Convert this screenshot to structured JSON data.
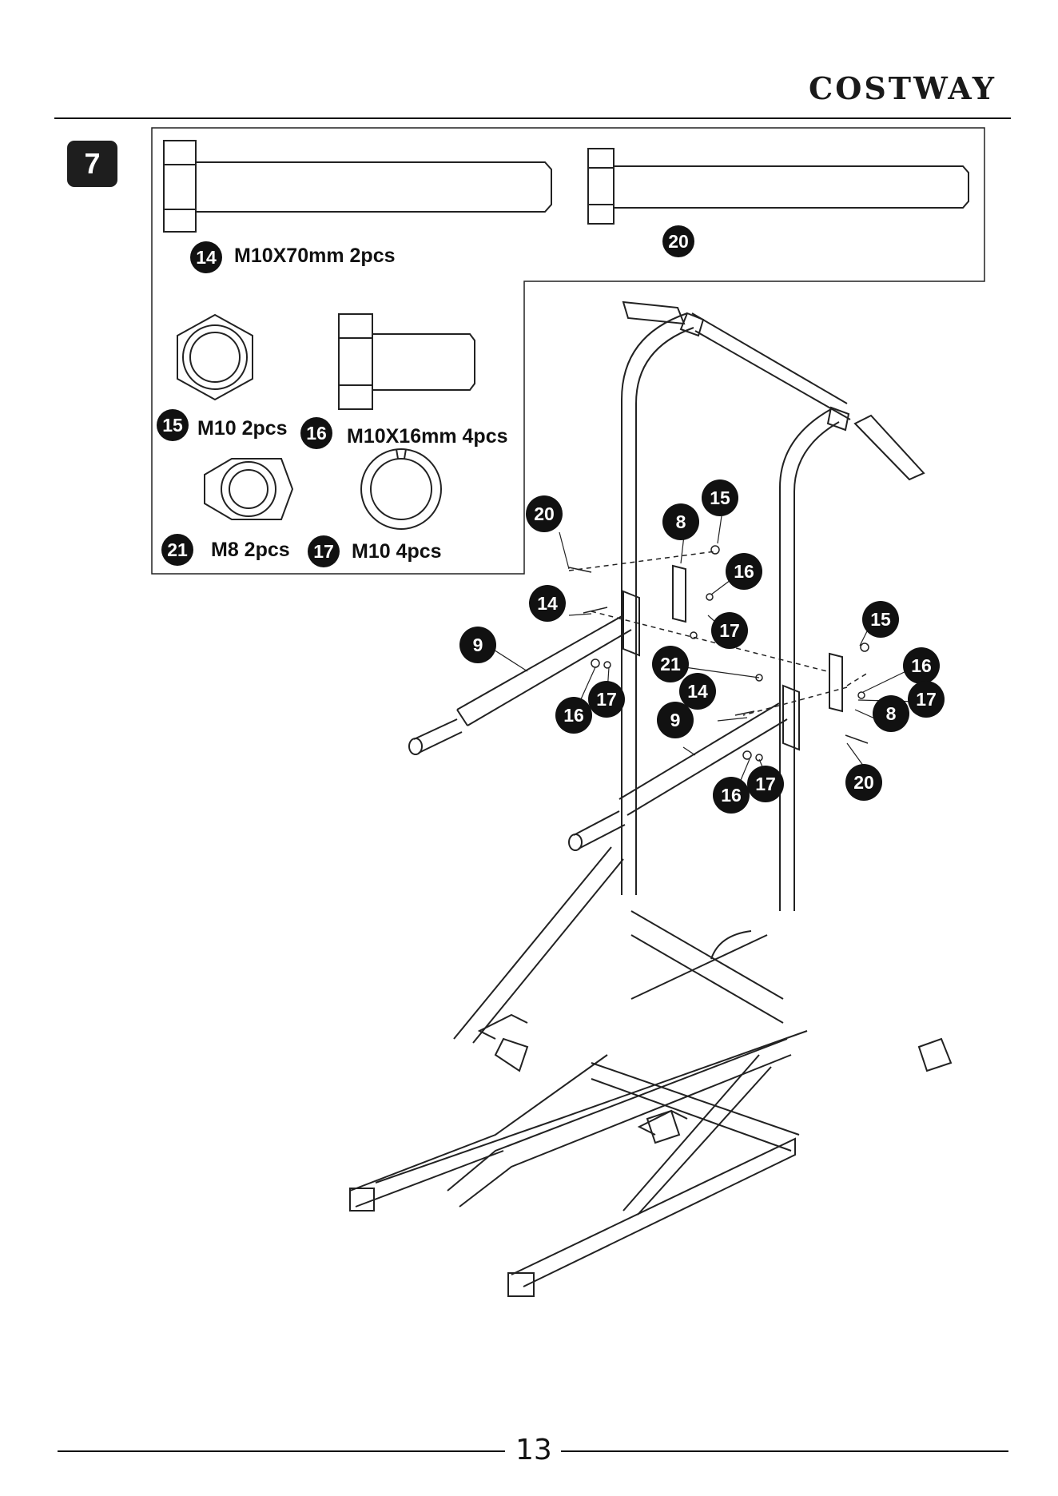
{
  "brand": "COSTWAY",
  "step": "7",
  "page_number": "13",
  "parts": [
    {
      "num": "14",
      "desc": "M10X70mm 2pcs"
    },
    {
      "num": "20",
      "desc": ""
    },
    {
      "num": "15",
      "desc": "M10 2pcs"
    },
    {
      "num": "16",
      "desc": "M10X16mm 4pcs"
    },
    {
      "num": "21",
      "desc": "M8 2pcs"
    },
    {
      "num": "17",
      "desc": "M10 4pcs"
    }
  ],
  "callouts": {
    "c20a": "20",
    "c8a": "8",
    "c15a": "15",
    "c16a": "16",
    "c14a": "14",
    "c17a": "17",
    "c9a": "9",
    "c21": "21",
    "c16b": "16",
    "c17b": "17",
    "c15b": "15",
    "c16c": "16",
    "c14b": "14",
    "c17c": "17",
    "c8b": "8",
    "c9b": "9",
    "c20b": "20",
    "c16d": "16",
    "c17d": "17"
  }
}
